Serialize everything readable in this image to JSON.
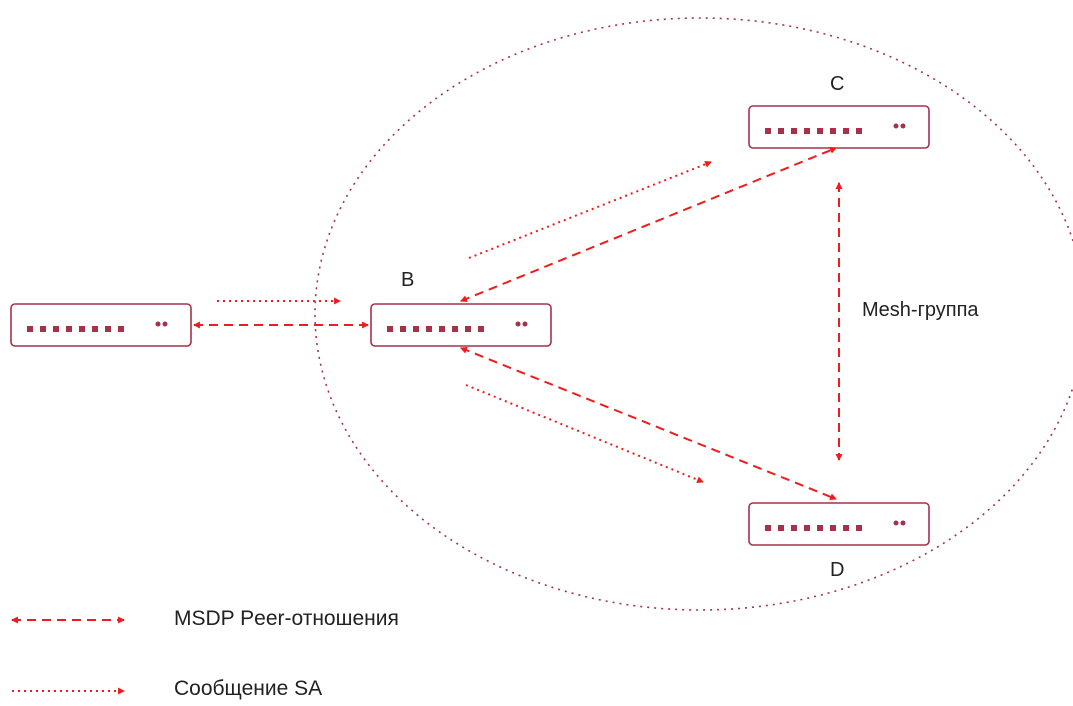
{
  "nodes": {
    "external": {
      "label": ""
    },
    "b": {
      "label": "B"
    },
    "c": {
      "label": "C"
    },
    "d": {
      "label": "D"
    }
  },
  "mesh_label": "Mesh-группа",
  "legend": {
    "peer": "MSDP Peer-отношения",
    "sa": "Сообщение SA"
  },
  "colors": {
    "router_border": "#a6324a",
    "router_dots": "#a6324a",
    "arrow": "#ee1c1c",
    "mesh_boundary": "#a6324a",
    "text": "#222222"
  },
  "icons": {
    "router": "router-icon",
    "peer_arrow": "dashed-double-arrow",
    "sa_arrow": "dotted-arrow"
  }
}
